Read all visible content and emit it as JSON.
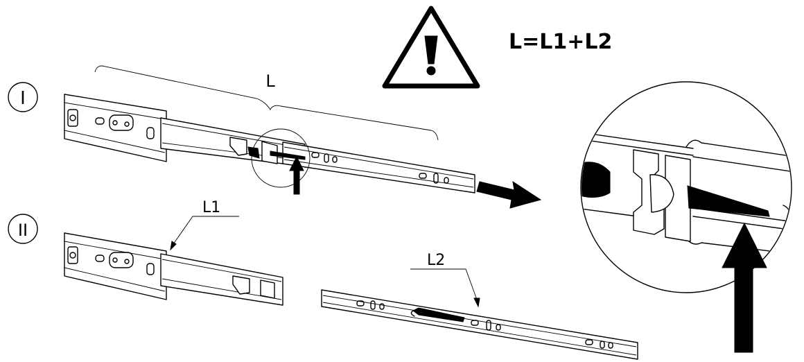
{
  "equation": "L=L1+L2",
  "steps": {
    "step1": "I",
    "step2": "II"
  },
  "dimensions": {
    "total": "L",
    "part1": "L1",
    "part2": "L2"
  },
  "icons": {
    "warning": "warning-triangle-icon"
  }
}
